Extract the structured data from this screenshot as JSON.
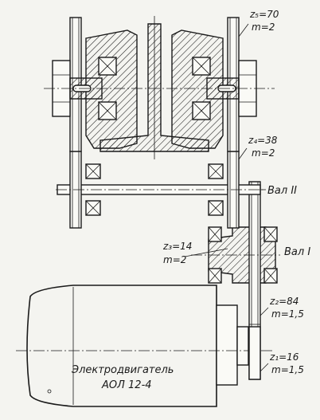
{
  "labels": {
    "z5": "z₅=70",
    "m5": "m=2",
    "z4": "z₄=38",
    "m4": "m=2",
    "shaft2": "Вал II",
    "z3": "z₃=14",
    "m3": "m=2",
    "shaft1": "Вал I",
    "z2": "z₂=84",
    "m2": "m=1,5",
    "z1": "z₁=16",
    "m1": "m=1,5",
    "motor_name": "Электродвигатель",
    "motor_model": "АОЛ 12-4"
  }
}
